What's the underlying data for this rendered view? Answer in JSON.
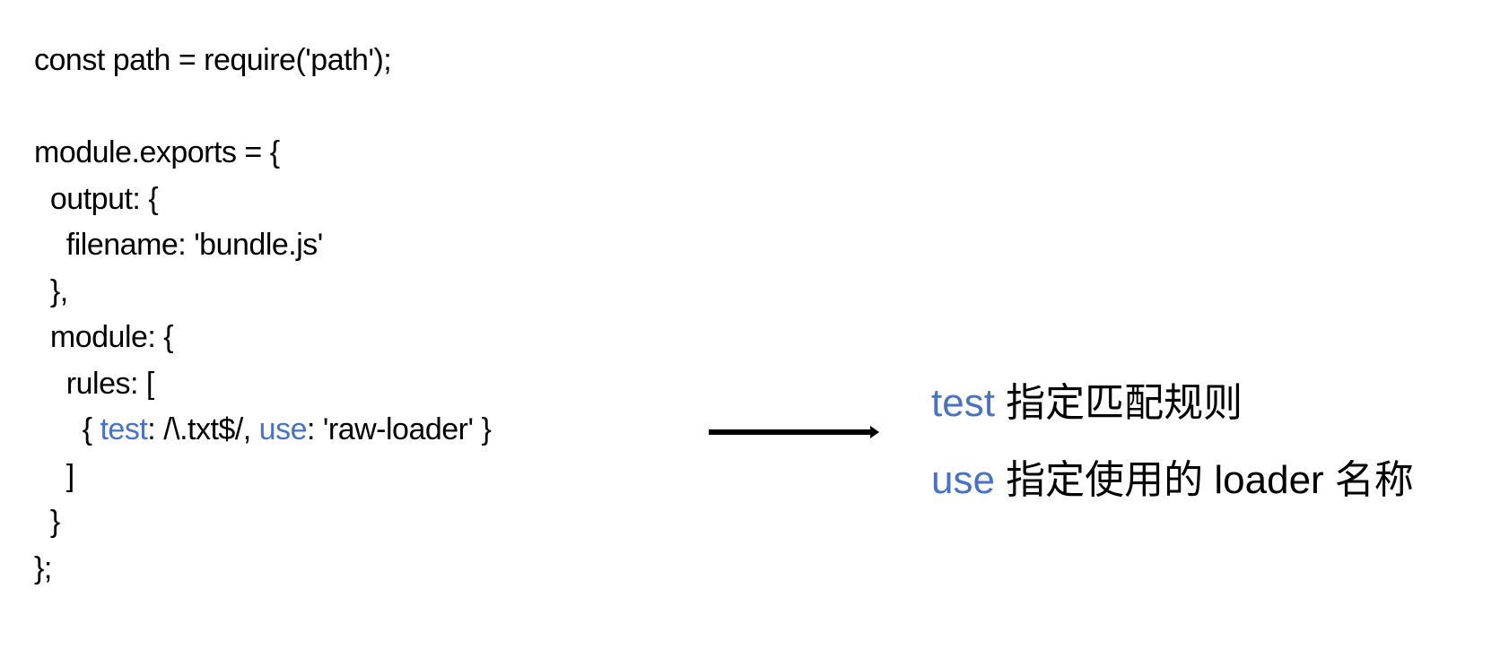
{
  "code": {
    "lines": [
      "const path = require('path');",
      "",
      "module.exports = {",
      "  output: {",
      "    filename: 'bundle.js'",
      "  },",
      "  module: {",
      "    rules: [",
      "      ",
      "    ]",
      "  }",
      "};"
    ],
    "rule_line": {
      "open": "      { ",
      "test_key": "test",
      "test_value": ": /\\.txt$/, ",
      "use_key": "use",
      "use_value": ": 'raw-loader' }"
    }
  },
  "arrow": {
    "color": "#000000",
    "direction": "right"
  },
  "notes": [
    {
      "keyword": "test",
      "text": " 指定匹配规则"
    },
    {
      "keyword": "use",
      "text": " 指定使用的 loader 名称"
    }
  ],
  "colors": {
    "keyword": "#4a72c4",
    "text": "#000000",
    "background": "#ffffff"
  }
}
